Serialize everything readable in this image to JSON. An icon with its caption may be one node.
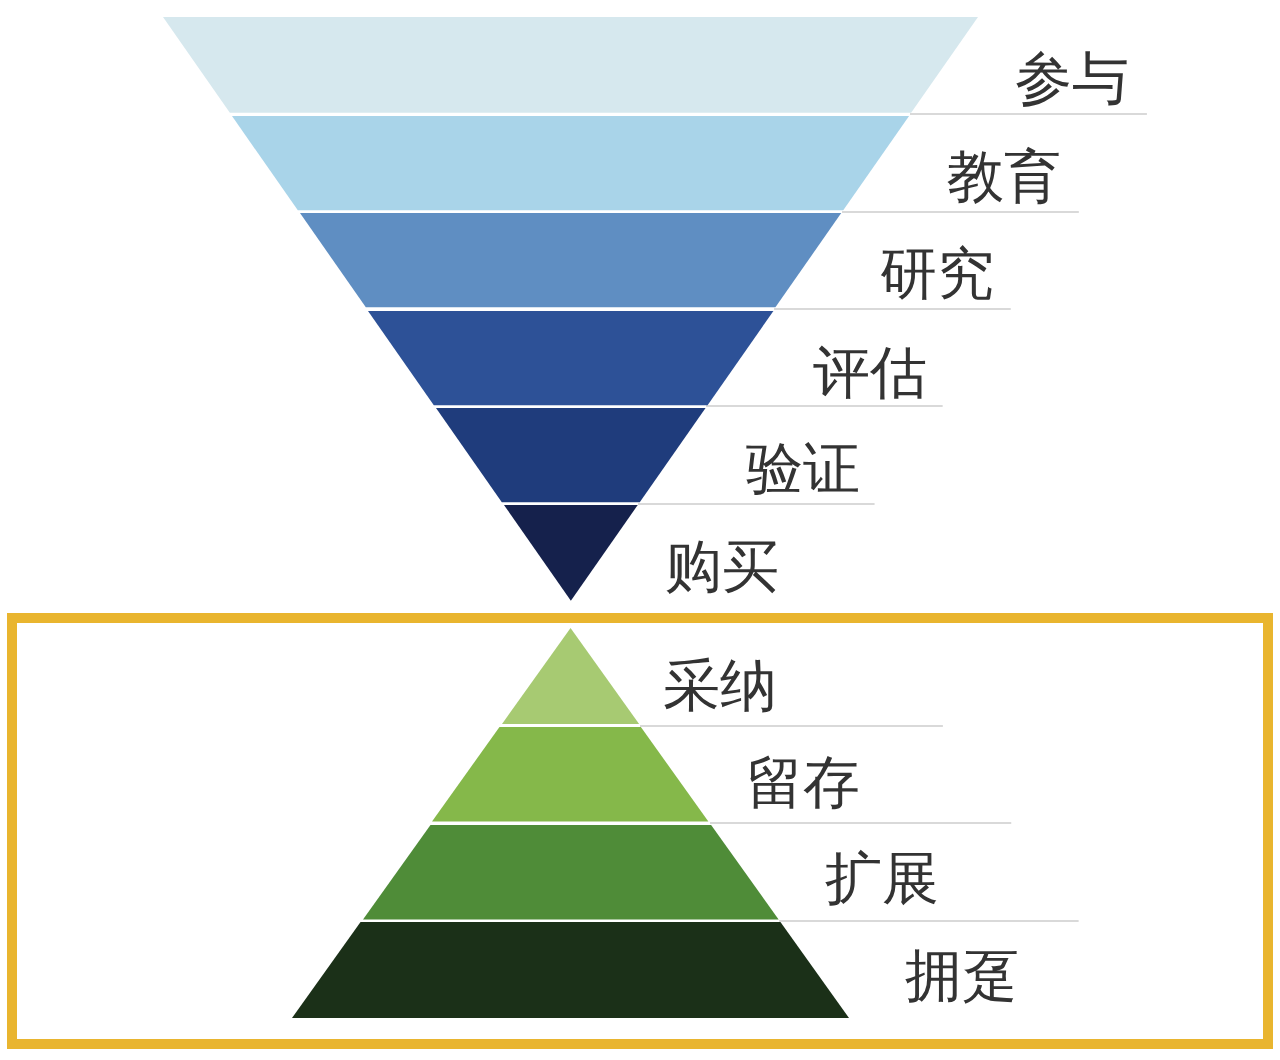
{
  "diagram": {
    "nodes": [
      {
        "text": [
          "参与"
        ]
      },
      {
        "text": [
          "教育"
        ]
      },
      {
        "text": [
          "研究"
        ]
      },
      {
        "text": [
          "评估"
        ]
      },
      {
        "text": [
          "验证"
        ]
      },
      {
        "text": [
          "购买"
        ]
      },
      {
        "text": [],
        "shape": "box"
      },
      {
        "text": [
          "采纳"
        ],
        "in": 6
      },
      {
        "text": [
          "留存"
        ],
        "in": 6
      },
      {
        "text": [
          "扩展"
        ],
        "in": 6
      },
      {
        "text": [
          "拥趸"
        ],
        "in": 6
      }
    ]
  }
}
